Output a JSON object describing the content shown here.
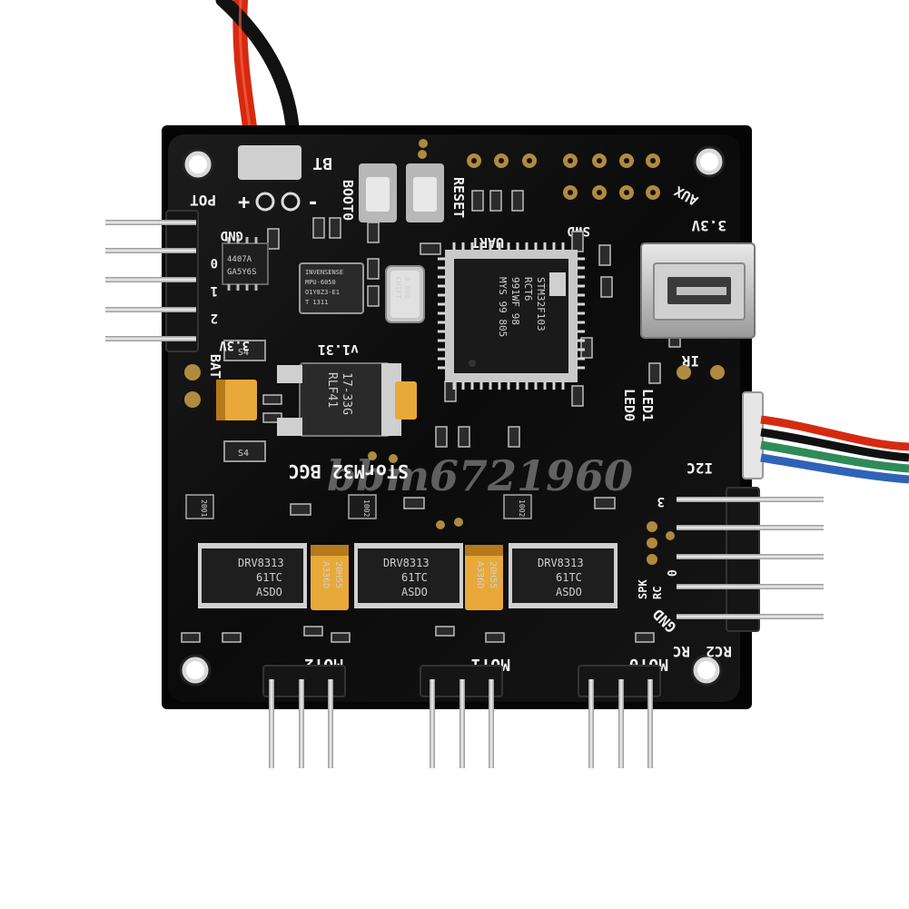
{
  "board": {
    "name_label": "STorM32 BGC",
    "version_label": "v1.31",
    "watermark": "bbm6721960"
  },
  "labels": {
    "bt": "BT",
    "boot0": "BOOT0",
    "reset": "RESET",
    "uart": "UART",
    "aux": "AUX",
    "swd": "SWD",
    "v33_top": "3.3V",
    "pot": "POT",
    "gnd_left": "GND",
    "n0": "0",
    "n1": "1",
    "n2": "2",
    "v33_left": "3.3V",
    "bat": "BAT",
    "ir": "IR",
    "led0": "LED0",
    "led1": "LED1",
    "i2c": "I2C",
    "n3": "3",
    "n0_right": "0",
    "rc_pins": [
      "SPK",
      "RC",
      "RC2",
      "RC",
      "GND"
    ],
    "mot2": "MOT2",
    "mot1": "MOT1",
    "mot0": "MOT0",
    "plus": "+",
    "minus": "-"
  },
  "chips": {
    "mcu": [
      "STM32F103",
      "RCT6",
      "991WF 98",
      "MYS 99 805"
    ],
    "mpu": [
      "INVENSENSE",
      "MPU-6050",
      "O1Y8Z3-E1",
      "T 1311"
    ],
    "mosfet": [
      "4407A",
      "GA5Y6S"
    ],
    "regulator": [
      "17-33G",
      "RLF41"
    ],
    "crystal": [
      "CHIFT",
      "8.000"
    ],
    "driver_lines": [
      "DRV8313",
      "61TC",
      "ASDO"
    ],
    "cap_lines": [
      "A336D",
      "20H55"
    ],
    "diode": "S4",
    "res_small": [
      "2001",
      "1002",
      "1002"
    ]
  },
  "colors": {
    "pcb": "#0d0d0d",
    "silkscreen": "#f2f2f2",
    "gold": "#b08a3e",
    "tantalum": "#e8a93a",
    "wire_red": "#d62a10",
    "wire_black": "#111111",
    "wire_green": "#2e8b57",
    "wire_blue": "#2f63b8"
  }
}
